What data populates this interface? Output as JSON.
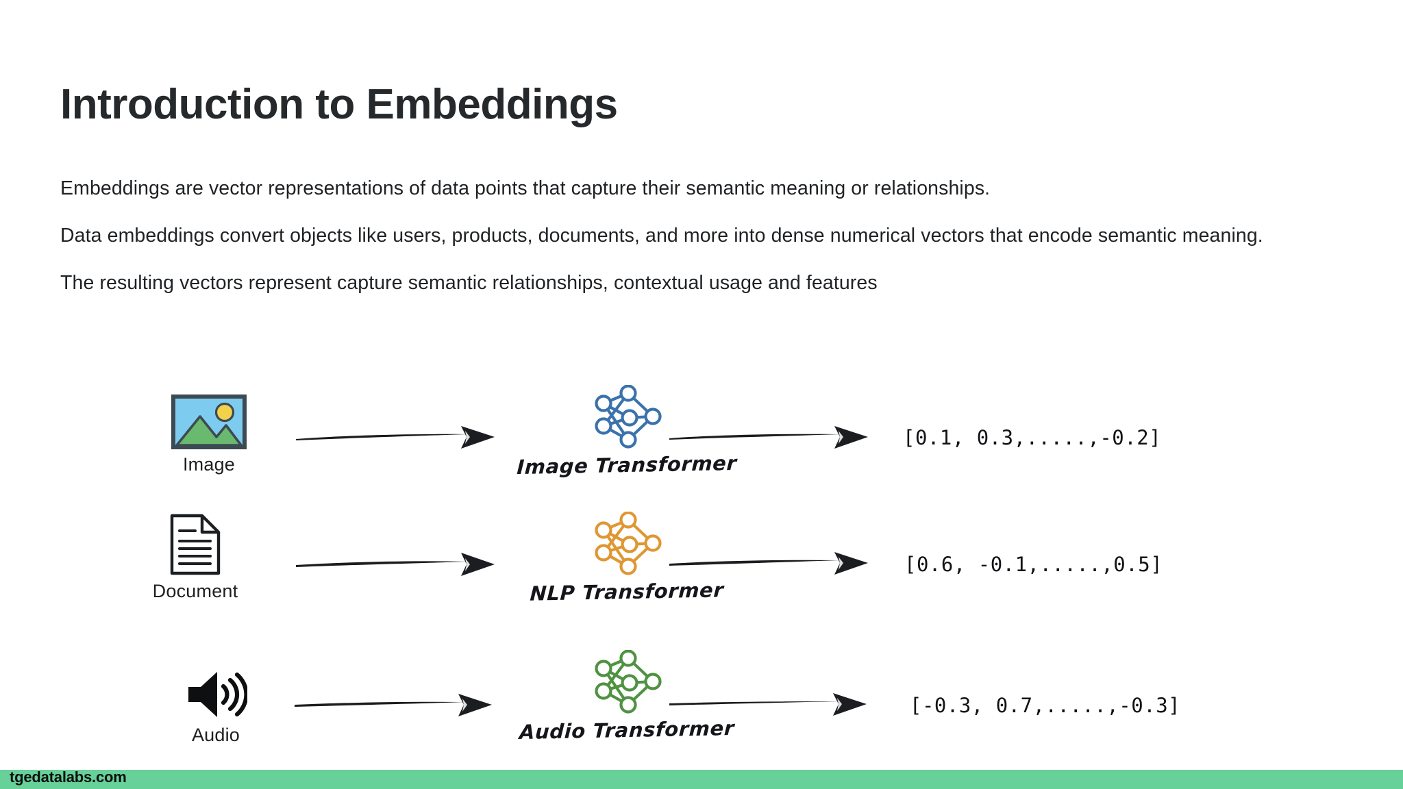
{
  "slide": {
    "title": "Introduction to Embeddings",
    "paragraphs": [
      "Embeddings are vector representations of data points that capture their semantic meaning or relationships.",
      "Data embeddings convert objects like users, products, documents, and more into dense numerical vectors that encode semantic meaning.",
      "The resulting vectors represent capture semantic relationships, contextual usage and features"
    ],
    "background": "#ffffff",
    "title_color": "#26292b",
    "body_color": "#1f2225"
  },
  "diagram": {
    "type": "pipeline",
    "rows": [
      {
        "source_label": "Image",
        "source_icon": "picture-icon",
        "model_label": "Image Transformer",
        "model_icon": "neural-network-icon",
        "model_color": "#3b72ab",
        "vector": "[0.1, 0.3,.....,-0.2]",
        "arrow_1": "arrow-right-icon",
        "arrow_2": "arrow-right-icon"
      },
      {
        "source_label": "Document",
        "source_icon": "document-icon",
        "model_label": "NLP Transformer",
        "model_icon": "neural-network-icon",
        "model_color": "#df9733",
        "vector": "[0.6, -0.1,.....,0.5]",
        "arrow_1": "arrow-right-icon",
        "arrow_2": "arrow-right-icon"
      },
      {
        "source_label": "Audio",
        "source_icon": "speaker-icon",
        "model_label": "Audio Transformer",
        "model_icon": "neural-network-icon",
        "model_color": "#4f9242",
        "vector": "[-0.3, 0.7,.....,-0.3]",
        "arrow_1": "arrow-right-icon",
        "arrow_2": "arrow-right-icon"
      }
    ],
    "icon_colors": {
      "image_sky": "#7ecbf0",
      "image_mountain": "#69b96e",
      "image_sun": "#f2d24b",
      "image_border": "#3c4a52",
      "document_stroke": "#1c1f22",
      "speaker_fill": "#0d0f11"
    }
  },
  "footer": {
    "text": "tgedatalabs.com",
    "bar_color": "#66d199",
    "text_color": "#0d0f11"
  }
}
